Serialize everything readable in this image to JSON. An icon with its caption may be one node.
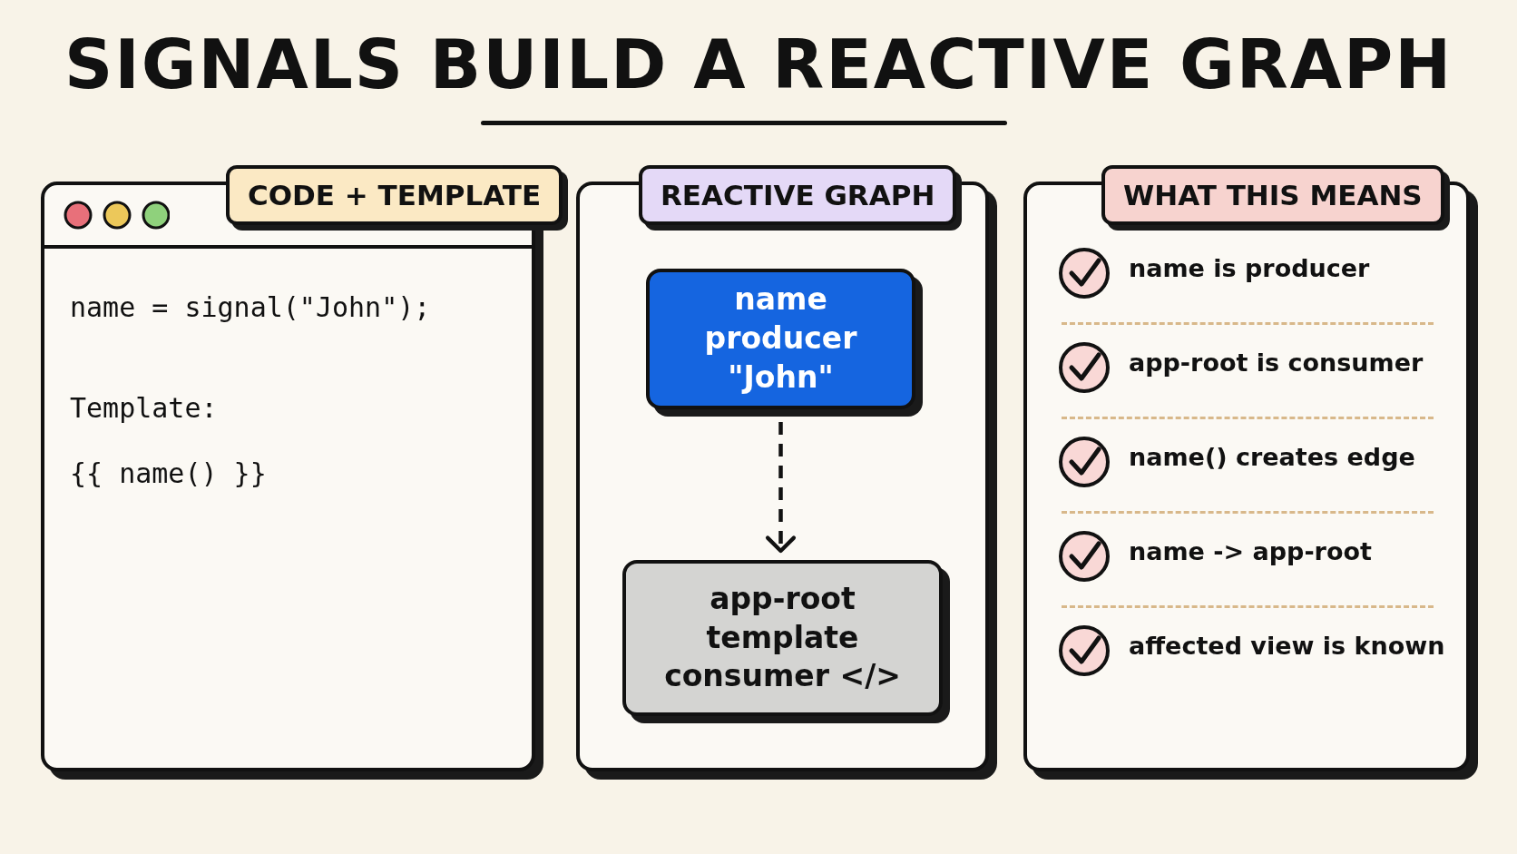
{
  "diagram": {
    "title": "SIGNALS BUILD A REACTIVE GRAPH",
    "nodes": [
      {
        "text": [
          "CODE + TEMPLATE",
          "name = signal(\"John\");",
          "Template:",
          "{{ name() }}"
        ]
      },
      {
        "text": [
          "REACTIVE GRAPH"
        ]
      },
      {
        "text": [
          "name producer \"John\""
        ],
        "in": 1
      },
      {
        "text": [
          "app-root template consumer </>"
        ],
        "in": 1
      },
      {
        "text": [
          "WHAT THIS MEANS",
          "name is producer",
          "app-root is consumer",
          "name() creates edge",
          "name -> app-root",
          "affected view is known"
        ]
      }
    ],
    "edges": [
      {
        "from": 2,
        "to": 3,
        "arrow": "to",
        "style": "dashed"
      }
    ]
  }
}
